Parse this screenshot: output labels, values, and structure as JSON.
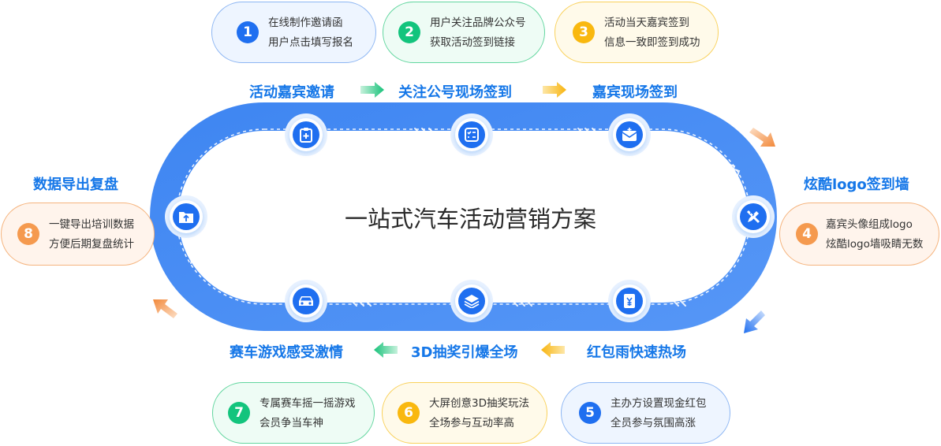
{
  "title": "一站式汽车活动营销方案",
  "steps": [
    {
      "num": "1",
      "line1": "在线制作邀请函",
      "line2": "用户点击填写报名",
      "color": "#1f6ff0",
      "bg": "#eef5ff",
      "border": "#8db6f3"
    },
    {
      "num": "2",
      "line1": "用户关注品牌公众号",
      "line2": "获取活动签到链接",
      "color": "#13c47d",
      "bg": "#eefcf5",
      "border": "#62d69f"
    },
    {
      "num": "3",
      "line1": "活动当天嘉宾签到",
      "line2": "信息一致即签到成功",
      "color": "#f9b80f",
      "bg": "#fffaea",
      "border": "#f9d15b"
    },
    {
      "num": "4",
      "line1": "嘉宾头像组成logo",
      "line2": "炫酷logo墙吸睛无数",
      "color": "#f59a4f",
      "bg": "#fff4ec",
      "border": "#f5b47e"
    },
    {
      "num": "5",
      "line1": "主办方设置现金红包",
      "line2": "全员参与氛围高涨",
      "color": "#1f6ff0",
      "bg": "#eef5ff",
      "border": "#8db6f3"
    },
    {
      "num": "6",
      "line1": "大屏创意3D抽奖玩法",
      "line2": "全场参与互动率高",
      "color": "#f9b80f",
      "bg": "#fffaea",
      "border": "#f9d15b"
    },
    {
      "num": "7",
      "line1": "专属赛车摇一摇游戏",
      "line2": "会员争当车神",
      "color": "#13c47d",
      "bg": "#eefcf5",
      "border": "#62d69f"
    },
    {
      "num": "8",
      "line1": "一键导出培训数据",
      "line2": "方便后期复盘统计",
      "color": "#f59a4f",
      "bg": "#fff4ec",
      "border": "#f5b47e"
    }
  ],
  "labels": {
    "invite": "活动嘉宾邀请",
    "follow": "关注公号现场签到",
    "checkin": "嘉宾现场签到",
    "logo_wall": "炫酷logo签到墙",
    "red_packet": "红包雨快速热场",
    "lottery": "3D抽奖引爆全场",
    "racing": "赛车游戏感受激情",
    "export": "数据导出复盘"
  },
  "icons": {
    "invite": "clipboard-plus-icon",
    "follow": "checklist-icon",
    "checkin": "envelope-icon",
    "logo_wall": "pencil-ruler-icon",
    "red_packet": "red-packet-yen-icon",
    "lottery": "layers-icon",
    "racing": "car-icon",
    "export": "folder-upload-icon"
  },
  "colors": {
    "accent": "#1f6ff0",
    "track": "#4b8ff5",
    "label": "#1577e8"
  }
}
